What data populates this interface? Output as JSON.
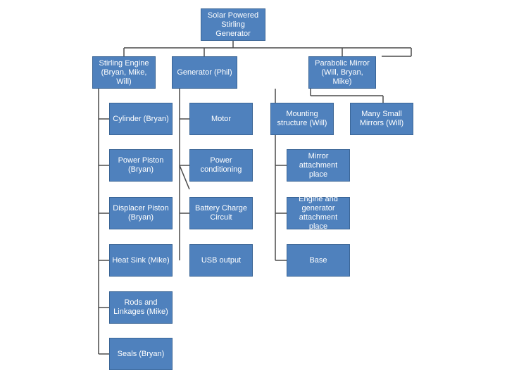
{
  "colors": {
    "box_fill": "#4f81bd",
    "box_border": "#3a6596",
    "connector": "#4a4a4a",
    "text": "#ffffff"
  },
  "root": {
    "label": "Solar Powered\nStirling\nGenerator"
  },
  "branches": [
    {
      "label": "Stirling Engine\n(Bryan, Mike,\nWill)",
      "children": [
        "Cylinder (Bryan)",
        "Power Piston\n(Bryan)",
        "Displacer Piston\n(Bryan)",
        "Heat Sink (Mike)",
        "Rods and\nLinkages (Mike)",
        "Seals (Bryan)"
      ]
    },
    {
      "label": "Generator (Phil)",
      "children": [
        "Motor",
        "Power\nconditioning",
        "Battery Charge\nCircuit",
        "USB output"
      ]
    },
    {
      "label": "Parabolic Mirror\n(Will, Bryan,\nMike)",
      "children": [
        "Mounting\nstructure (Will)",
        "Mirror\nattachment place",
        "Engine and\ngenerator\nattachment place",
        "Base"
      ]
    },
    {
      "label": "Many Small\nMirrors (Will)",
      "children": []
    }
  ]
}
